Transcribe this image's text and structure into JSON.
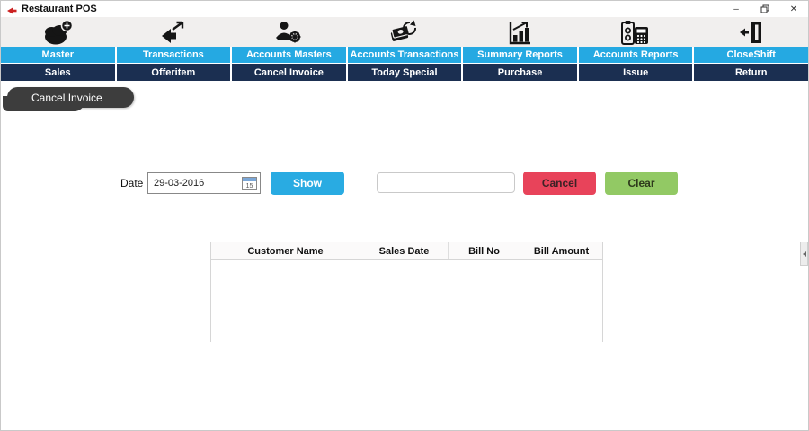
{
  "colors": {
    "menu_blue": "#25a9e2",
    "submenu_navy": "#1b2f51",
    "show_blue": "#29abe2",
    "cancel_red": "#e8435a",
    "clear_green": "#92c964",
    "tab_gray": "#3d3d3d",
    "ribbon_bg": "#f1efee"
  },
  "window": {
    "title": "Restaurant POS",
    "minimize_glyph": "–",
    "close_glyph": "✕"
  },
  "menu": {
    "items": [
      {
        "label": "Master",
        "icon": "master-icon"
      },
      {
        "label": "Transactions",
        "icon": "transactions-icon"
      },
      {
        "label": "Accounts Masters",
        "icon": "accounts-masters-icon"
      },
      {
        "label": "Accounts Transactions",
        "icon": "accounts-transactions-icon"
      },
      {
        "label": "Summary Reports",
        "icon": "summary-reports-icon"
      },
      {
        "label": "Accounts Reports",
        "icon": "accounts-reports-icon"
      },
      {
        "label": "CloseShift",
        "icon": "closeshift-icon"
      }
    ]
  },
  "submenu": {
    "items": [
      {
        "label": "Sales"
      },
      {
        "label": "Offeritem"
      },
      {
        "label": "Cancel Invoice"
      },
      {
        "label": "Today Special"
      },
      {
        "label": "Purchase"
      },
      {
        "label": "Issue"
      },
      {
        "label": "Return"
      }
    ]
  },
  "page": {
    "active_tab": "Cancel Invoice"
  },
  "form": {
    "date_label": "Date",
    "date_value": "29-03-2016",
    "calendar_day": "15",
    "show_label": "Show",
    "search_value": "",
    "cancel_label": "Cancel",
    "clear_label": "Clear"
  },
  "table": {
    "columns": [
      "Customer Name",
      "Sales Date",
      "Bill No",
      "Bill Amount"
    ],
    "rows": []
  }
}
